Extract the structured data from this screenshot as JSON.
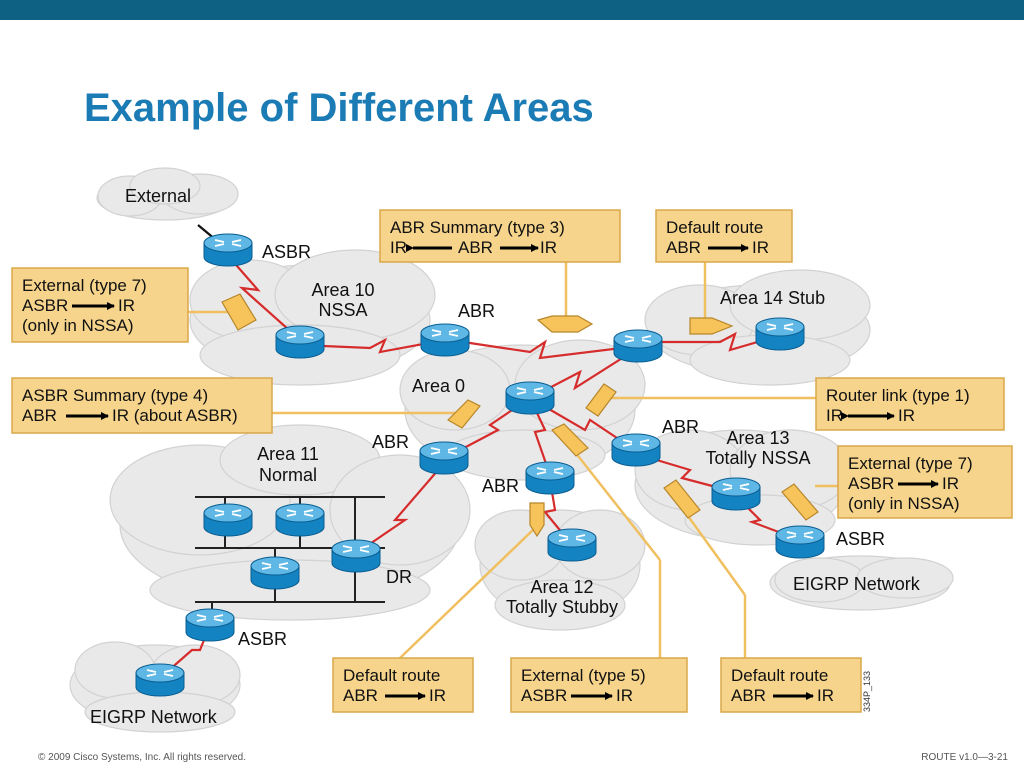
{
  "title": "Example of Different Areas",
  "footer": {
    "copyright": "© 2009 Cisco Systems, Inc. All rights reserved.",
    "course": "ROUTE v1.0—3-21"
  },
  "figure_id": "334P_133",
  "colors": {
    "topbar": "#0f6184",
    "title": "#1b7bb4",
    "callout_fill": "#f6d48c",
    "callout_stroke": "#d9a84a",
    "link": "#d62c2c",
    "router_body": "#1483c2",
    "router_top": "#5fb7e5",
    "cloud": "#e9e9e9"
  },
  "clouds": {
    "external": "External",
    "area10": [
      "Area 10",
      "NSSA"
    ],
    "area0": "Area 0",
    "area14": "Area 14 Stub",
    "area11": [
      "Area 11",
      "Normal"
    ],
    "area12": [
      "Area 12",
      "Totally Stubby"
    ],
    "area13": [
      "Area 13",
      "Totally NSSA"
    ],
    "eigrp_right": "EIGRP Network",
    "eigrp_left": "EIGRP Network"
  },
  "router_labels": {
    "asbr_top": "ASBR",
    "abr_10_0": "ABR",
    "abr_11_0": "ABR",
    "abr_12_0": "ABR",
    "abr_13_0": "ABR",
    "dr": "DR",
    "asbr_left": "ASBR",
    "asbr_right": "ASBR"
  },
  "callouts": {
    "abr_summary": {
      "line1": "ABR Summary (type 3)",
      "line2_from": "IR",
      "line2_mid": "ABR",
      "line2_to": "IR"
    },
    "default_route_top": {
      "line1": "Default route",
      "line2_from": "ABR",
      "line2_to": "IR"
    },
    "external_type7_left": {
      "line1": "External (type 7)",
      "line2_from": "ASBR",
      "line2_to": "IR",
      "line3": "(only in NSSA)"
    },
    "asbr_summary": {
      "line1": "ASBR Summary (type 4)",
      "line2_from": "ABR",
      "line2_to": "IR (about ASBR)"
    },
    "router_link": {
      "line1": "Router link (type 1)",
      "line2_from": "IR",
      "line2_to": "IR"
    },
    "external_type7_right": {
      "line1": "External (type 7)",
      "line2_from": "ASBR",
      "line2_to": "IR",
      "line3": "(only in NSSA)"
    },
    "default_route_bottom_left": {
      "line1": "Default route",
      "line2_from": "ABR",
      "line2_to": "IR"
    },
    "external_type5": {
      "line1": "External (type 5)",
      "line2_from": "ASBR",
      "line2_to": "IR"
    },
    "default_route_bottom_right": {
      "line1": "Default route",
      "line2_from": "ABR",
      "line2_to": "IR"
    }
  }
}
